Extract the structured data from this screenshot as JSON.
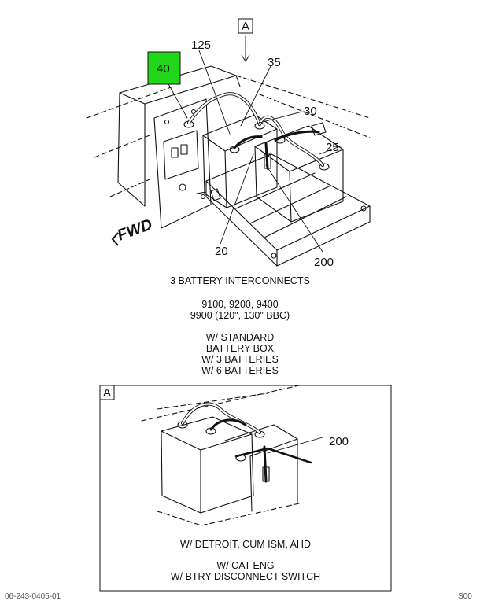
{
  "view_label": "A",
  "callouts": {
    "c125": "125",
    "c40": "40",
    "c35": "35",
    "c30": "30",
    "c25": "25",
    "c20": "20",
    "c200": "200",
    "detail_200": "200"
  },
  "fwd_label": "FWD",
  "highlight_color": "#22d61a",
  "caption_title": "3 BATTERY INTERCONNECTS",
  "caption_models": [
    "9100, 9200, 9400",
    "9900 (120\", 130\" BBC)"
  ],
  "caption_conditions": [
    "W/ STANDARD",
    "BATTERY BOX",
    "W/ 3 BATTERIES",
    "W/ 6 BATTERIES"
  ],
  "detail_label": "A",
  "detail_caption_1": "W/ DETROIT, CUM ISM, AHD",
  "detail_caption_2": [
    "W/ CAT ENG",
    "W/ BTRY DISCONNECT SWITCH"
  ],
  "footer_left": "06-243-0405-01",
  "footer_right": "S00"
}
